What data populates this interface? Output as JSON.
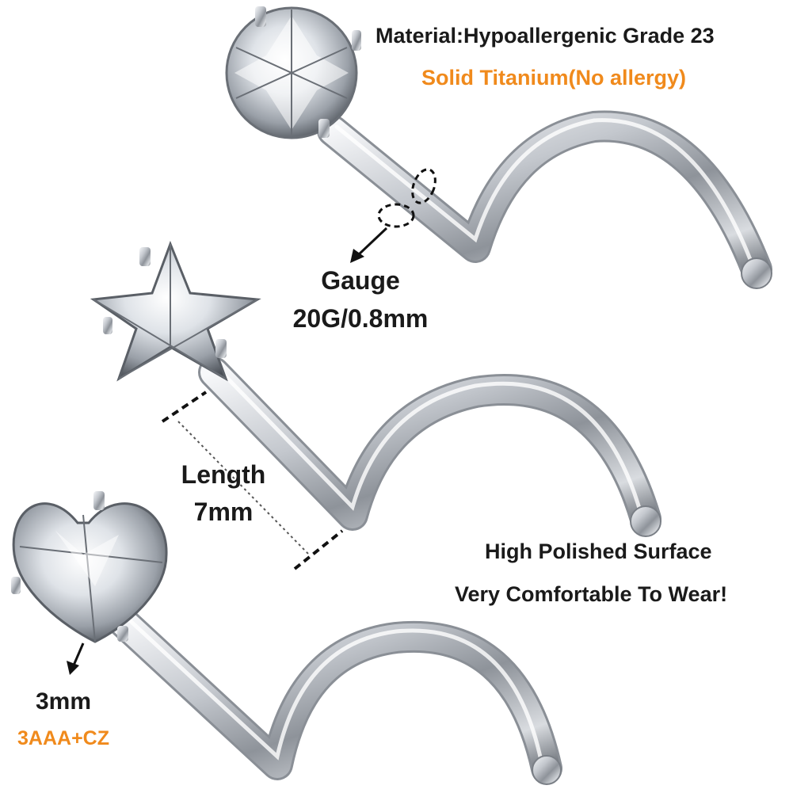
{
  "material": {
    "line1": "Material:Hypoallergenic Grade 23",
    "line2": "Solid Titanium(No allergy)"
  },
  "gauge": {
    "title": "Gauge",
    "value": "20G/0.8mm"
  },
  "length": {
    "title": "Length",
    "value": "7mm"
  },
  "surface": {
    "line1": "High Polished Surface",
    "line2": "Very Comfortable To Wear!"
  },
  "stone": {
    "size": "3mm",
    "grade": "3AAA+CZ"
  },
  "colors": {
    "accent": "#f08a1c",
    "text": "#1a1a1a",
    "metal": "#c9ccd1"
  },
  "product": {
    "gem_shapes": [
      "round",
      "star",
      "heart"
    ]
  }
}
